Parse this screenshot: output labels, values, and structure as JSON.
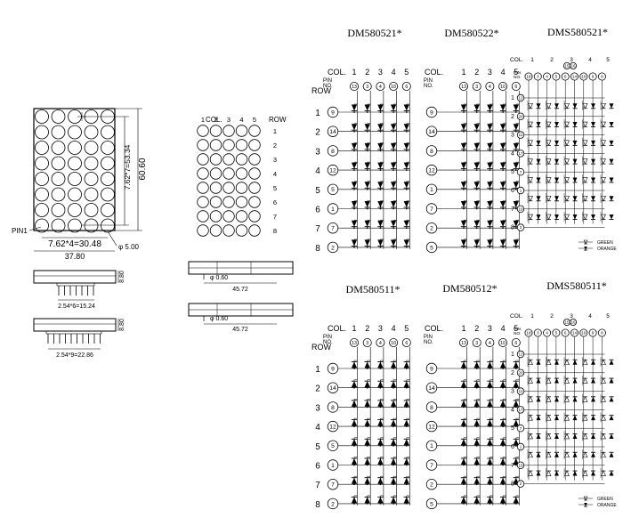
{
  "left_drawing": {
    "dim_height_outer": "60.60",
    "dim_height_inner": "7.62*7=53.34",
    "dim_width_inner": "7.62*4=30.48",
    "dim_width_outer": "37.80",
    "dim_dot": "φ 5.00",
    "pin1_label": "PIN1",
    "dim_side_height": "8.80",
    "dim_pin_pitch_bottom": "2.54*6=15.24",
    "dim_pin_pitch_side": "2.54*9=22.86"
  },
  "center_drawing": {
    "col_label": "COL.",
    "row_label": "ROW",
    "col_numbers": [
      "1",
      "2",
      "3",
      "4",
      "5"
    ],
    "row_numbers": [
      "1",
      "2",
      "3",
      "4",
      "5",
      "6",
      "7",
      "8"
    ],
    "pin_diameter": "φ 0.60",
    "width_dim": "45.72"
  },
  "circuits": [
    {
      "title": "DM580521*",
      "type": "single",
      "led_direction": "down",
      "col_pins": [
        "13",
        "3",
        "4",
        "10",
        "6"
      ],
      "row_pins": [
        "9",
        "14",
        "8",
        "12",
        "5",
        "1",
        "7",
        "2"
      ]
    },
    {
      "title": "DM580522*",
      "type": "single",
      "led_direction": "down",
      "col_pins": [
        "13",
        "3",
        "4",
        "10",
        "6"
      ],
      "row_pins": [
        "9",
        "14",
        "8",
        "12",
        "1",
        "7",
        "2",
        "5"
      ]
    },
    {
      "title": "DMS580521*",
      "type": "bicolor",
      "led_direction": "down",
      "col_pins": [
        "18",
        "3",
        "4",
        "5",
        "6",
        "14",
        "10",
        "9",
        "8"
      ],
      "col_pins_extra": [
        "15",
        "16"
      ],
      "row_pins": [
        "12",
        "20",
        "11",
        "17",
        "7",
        "1",
        "19",
        "2"
      ]
    },
    {
      "title": "DM580511*",
      "type": "single",
      "led_direction": "up",
      "col_pins": [
        "13",
        "3",
        "4",
        "10",
        "6"
      ],
      "row_pins": [
        "9",
        "14",
        "8",
        "12",
        "5",
        "1",
        "7",
        "2"
      ]
    },
    {
      "title": "DM580512*",
      "type": "single",
      "led_direction": "up",
      "col_pins": [
        "13",
        "3",
        "4",
        "10",
        "6"
      ],
      "row_pins": [
        "9",
        "14",
        "8",
        "12",
        "1",
        "7",
        "2",
        "5"
      ]
    },
    {
      "title": "DMS580511*",
      "type": "bicolor",
      "led_direction": "up",
      "col_pins": [
        "18",
        "3",
        "4",
        "5",
        "6",
        "14",
        "10",
        "9",
        "8"
      ],
      "col_pins_extra": [
        "15",
        "16"
      ],
      "row_pins": [
        "12",
        "20",
        "11",
        "17",
        "7",
        "1",
        "19",
        "2"
      ]
    }
  ],
  "labels": {
    "col": "COL.",
    "row": "ROW",
    "pin": "PIN",
    "no": "NO.",
    "col_numbers": [
      "1",
      "2",
      "3",
      "4",
      "5"
    ],
    "row_numbers": [
      "1",
      "2",
      "3",
      "4",
      "5",
      "6",
      "7",
      "8"
    ],
    "legend_green": "GREEN",
    "legend_orange": "ORANGE"
  }
}
